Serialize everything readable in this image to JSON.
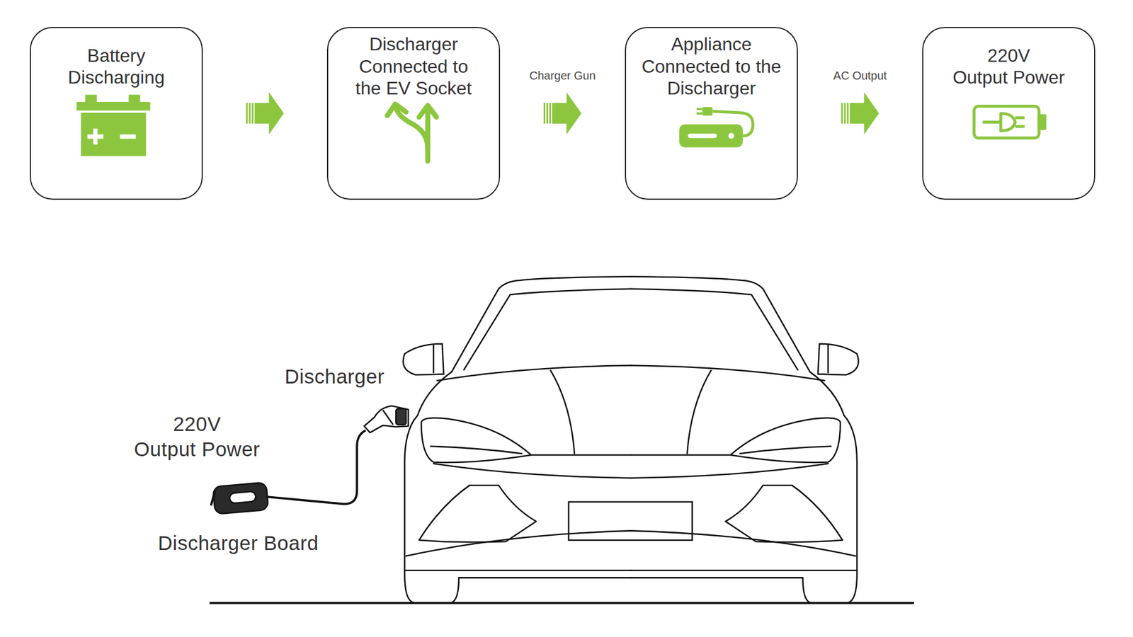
{
  "diagram": {
    "nodes": [
      {
        "text": [
          "Battery Discharging"
        ]
      },
      {
        "text": [
          "Discharger Connected to the EV Socket"
        ]
      },
      {
        "text": [
          "Appliance Connected to the Discharger"
        ]
      },
      {
        "text": [
          "220V Output Power"
        ]
      }
    ],
    "edges": [
      {
        "from": 0,
        "to": 1,
        "arrow": "to"
      },
      {
        "from": 1,
        "to": 2,
        "label": "Charger Gun",
        "arrow": "to"
      },
      {
        "from": 2,
        "to": 3,
        "label": "AC Output",
        "arrow": "to"
      }
    ],
    "labels": [
      "Discharger",
      "220V Output Power",
      "Discharger Board"
    ]
  }
}
